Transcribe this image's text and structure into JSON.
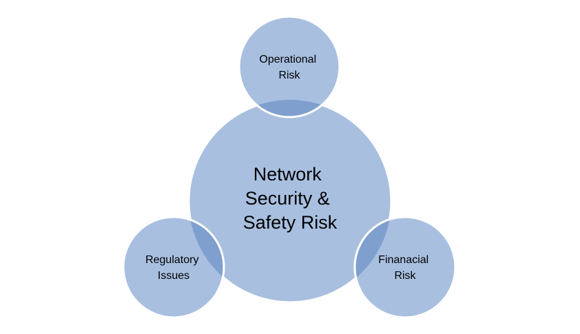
{
  "diagram": {
    "center": {
      "lines": [
        "Network",
        "Security &",
        "Safety Risk"
      ]
    },
    "satellites": [
      {
        "id": "operational",
        "lines": [
          "Operational",
          "Risk"
        ]
      },
      {
        "id": "regulatory",
        "lines": [
          "Regulatory",
          "Issues"
        ]
      },
      {
        "id": "financial",
        "lines": [
          "Finanacial",
          "Risk"
        ]
      }
    ],
    "colors": {
      "fill": "#a8bfdf",
      "overlap": "#7f9fcf",
      "stroke": "#ffffff",
      "text": "#000000"
    }
  }
}
